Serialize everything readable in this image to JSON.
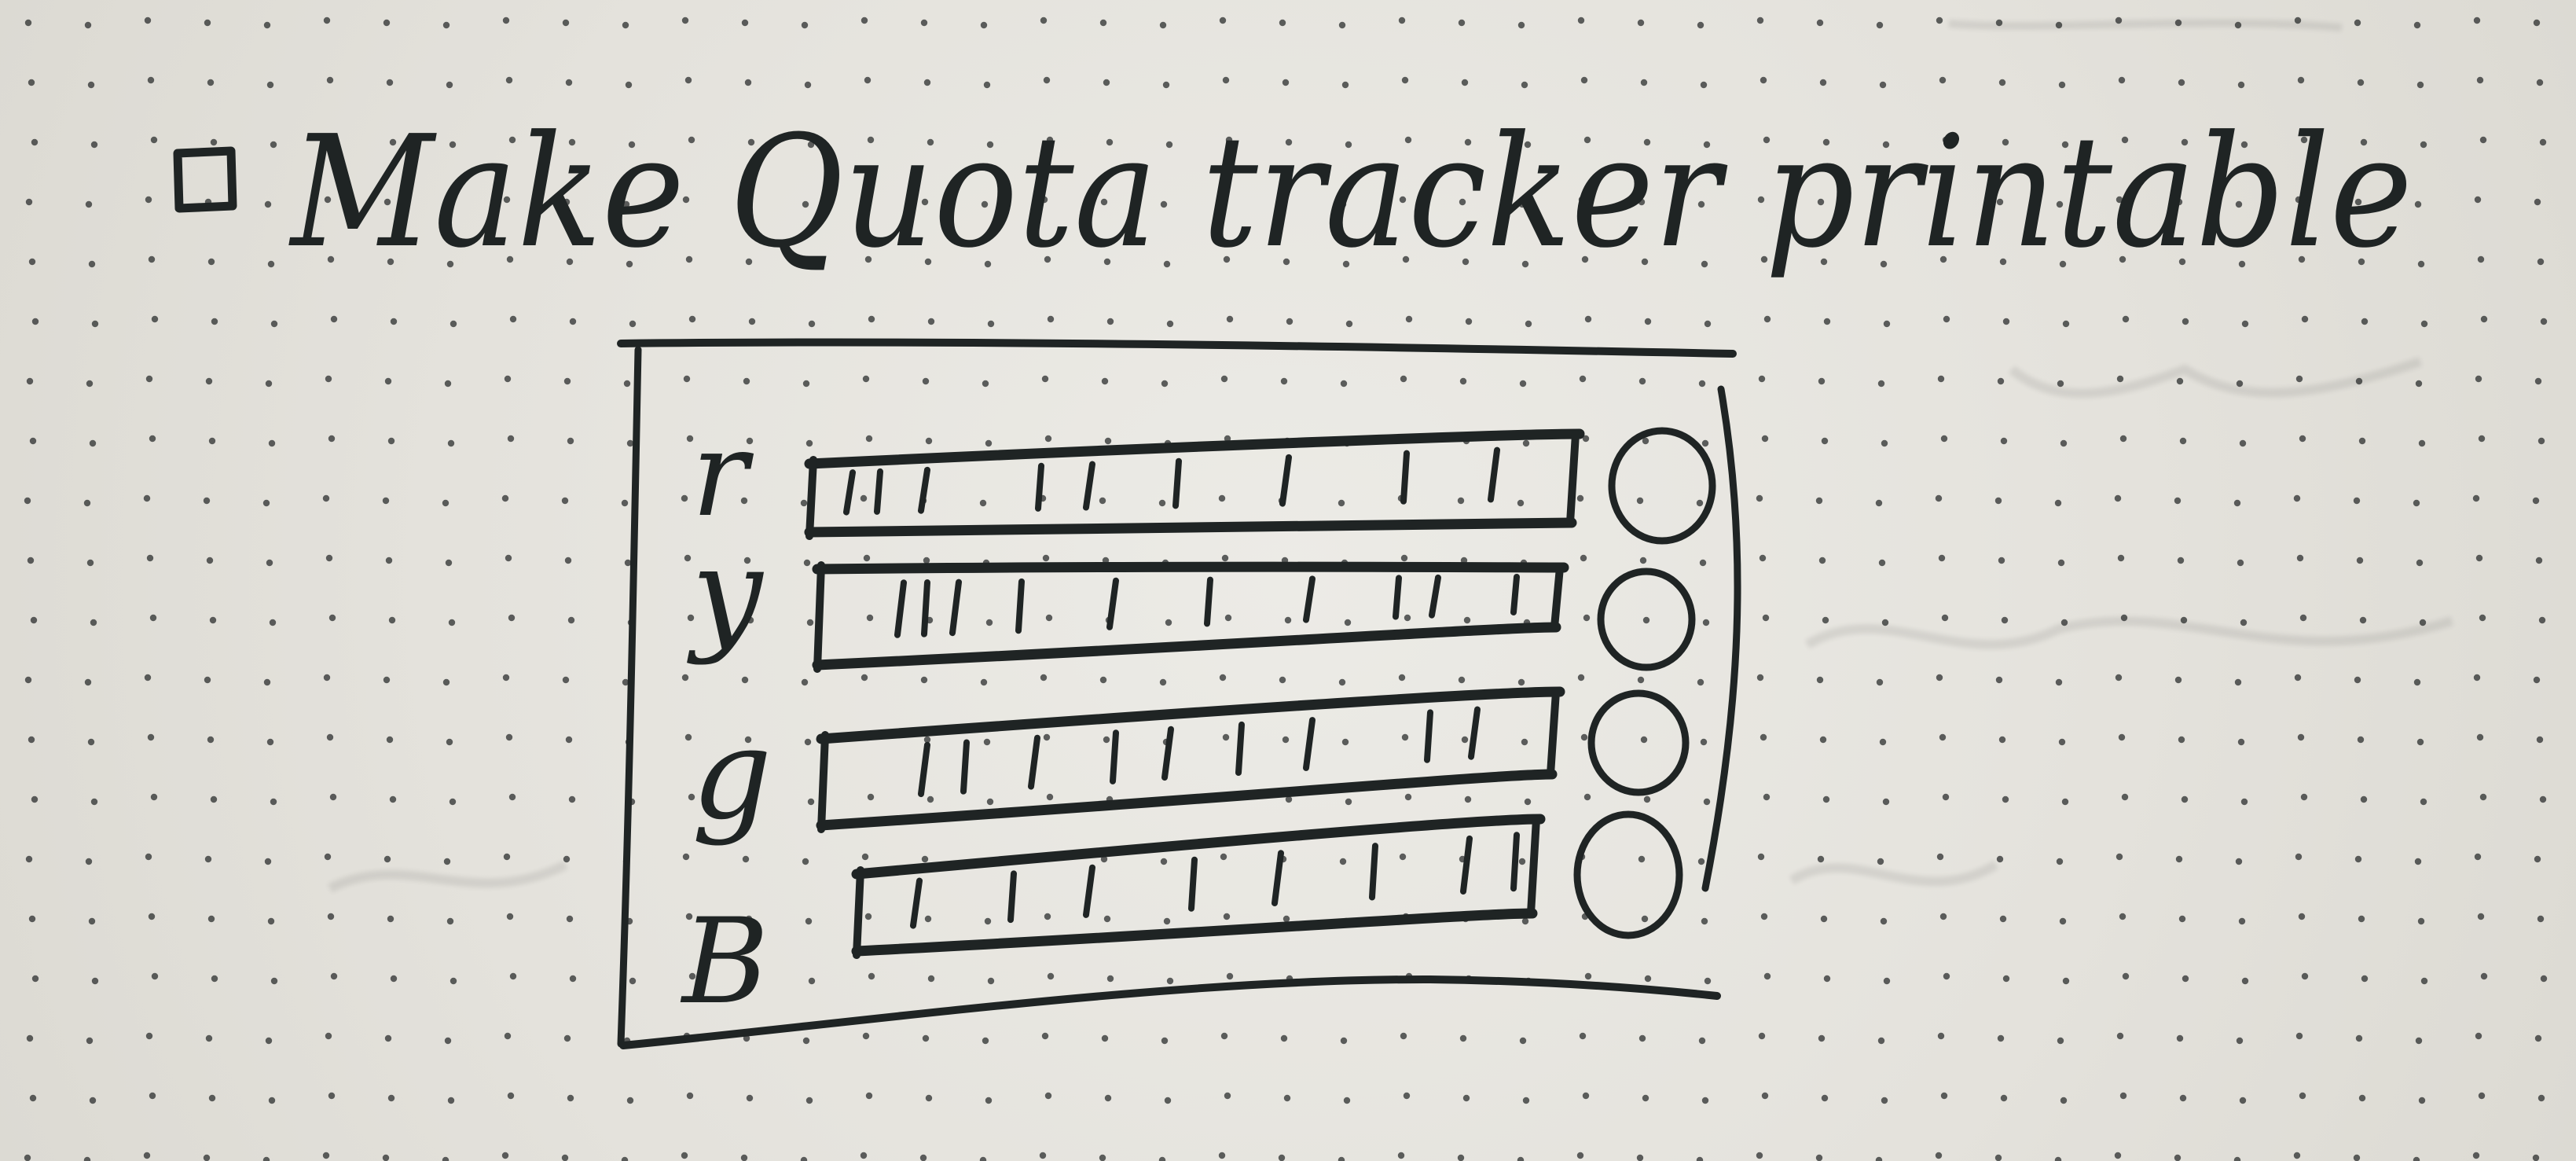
{
  "note": {
    "checkbox_state": "unchecked",
    "task_text": "Make Quota tracker printable"
  },
  "sketch": {
    "row_labels": [
      "r",
      "y",
      "g",
      "B"
    ],
    "row_count": 4,
    "indicator": "circle"
  },
  "colors": {
    "paper": "#e6e4de",
    "ink": "#1f2424",
    "dots": "#2b2e2e"
  }
}
